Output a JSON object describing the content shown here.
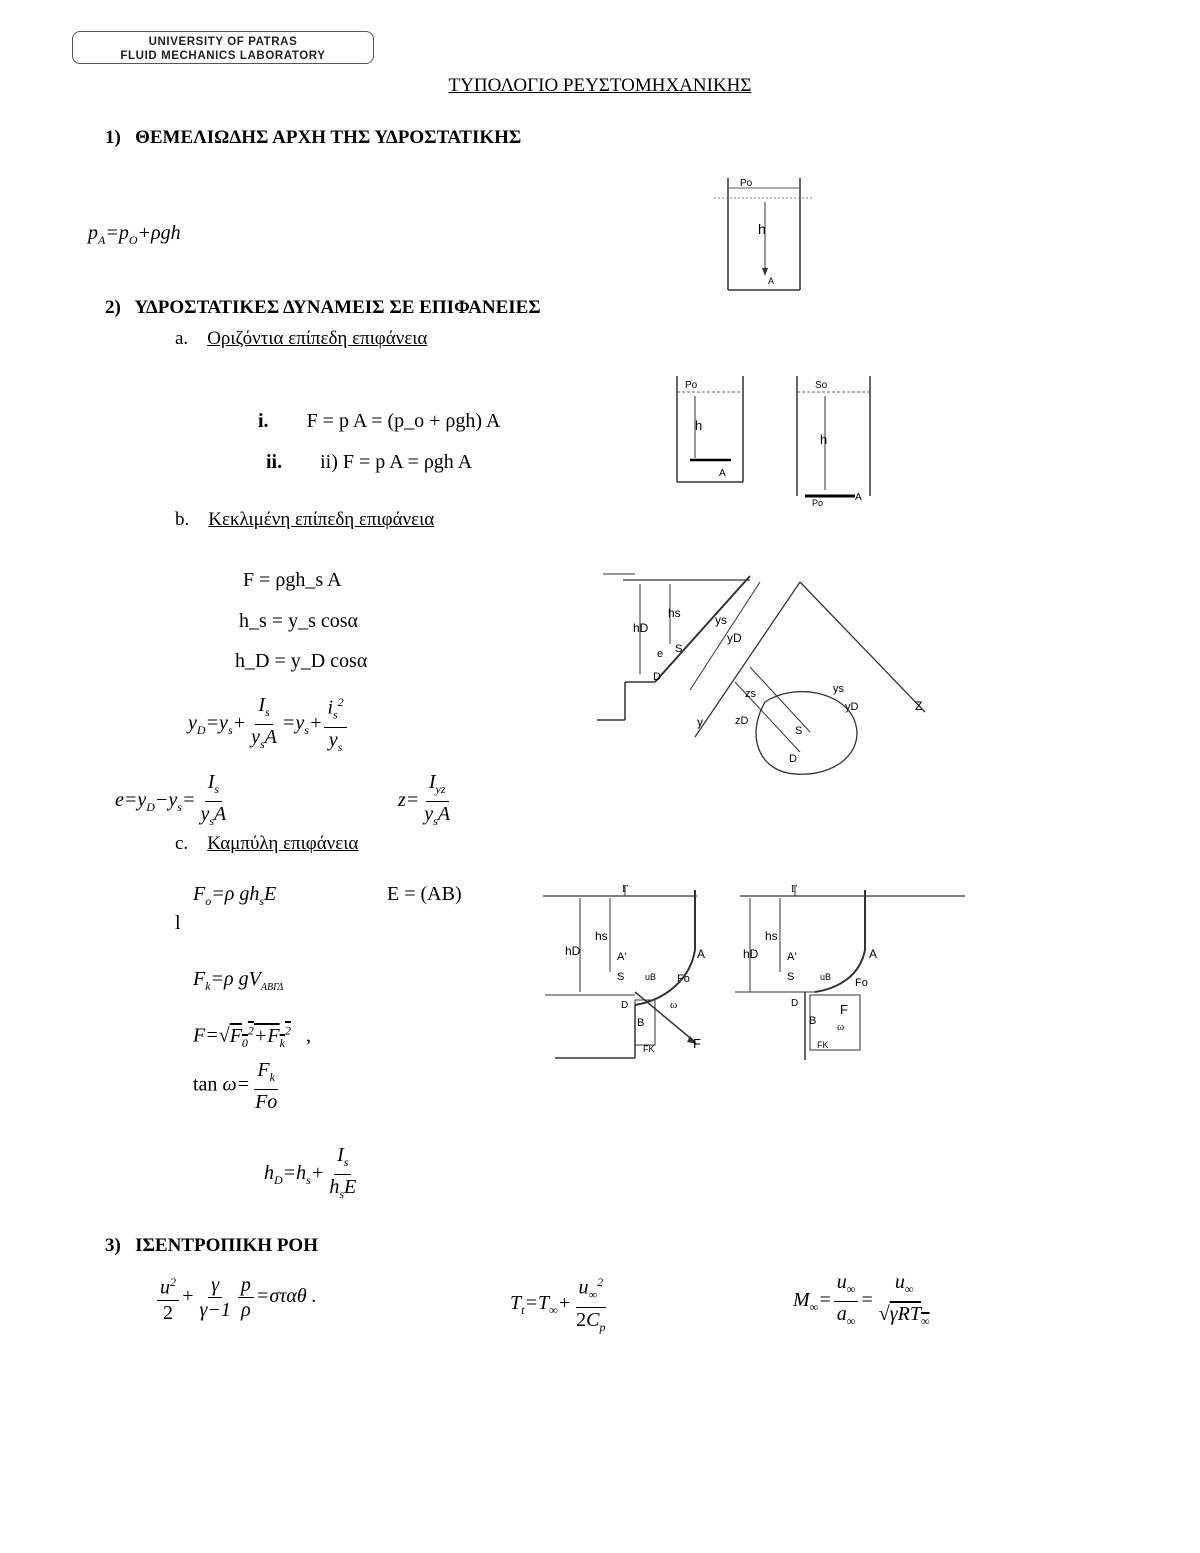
{
  "header": {
    "line1": "UNIVERSITY OF PATRAS",
    "line2": "FLUID MECHANICS LABORATORY"
  },
  "title": "ΤΥΠΟΛΟΓΙΟ ΡΕΥΣΤΟΜΗΧΑΝΙΚΗΣ",
  "sections": {
    "s1": {
      "num": "1)",
      "title": "ΘΕΜΕΛΙΩΔΗΣ ΑΡΧΗ ΤΗΣ ΥΔΡΟΣΤΑΤΙΚΗΣ"
    },
    "s2": {
      "num": "2)",
      "title": "ΥΔΡΟΣΤΑΤΙΚΕΣ ΔΥΝΑΜΕΙΣ ΣΕ ΕΠΙΦΑΝΕΙΕΣ",
      "a": {
        "label": "a.",
        "text": "Οριζόντια επίπεδη επιφάνεια",
        "i": "i.",
        "ii": "ii."
      },
      "b": {
        "label": "b.",
        "text": "Κεκλιμένη επίπεδη επιφάνεια"
      },
      "c": {
        "label": "c.",
        "text": "Καμπύλη επιφάνεια",
        "stray": "l"
      }
    },
    "s3": {
      "num": "3)",
      "title": "ΙΣΕΝΤΡΟΠΙΚΗ ΡΟΗ"
    }
  },
  "equations": {
    "eq_pa": "p_A = p_o + ρgh",
    "eq_a_i": "F = p A = (p_o + ρgh) A",
    "eq_a_ii": "ii) F = p A = ρgh A",
    "eq_b1": "F = ρgh_s A",
    "eq_b2": "h_s = y_s cosα",
    "eq_b3": "h_D = y_D cosα",
    "eq_E": "E = (AB)",
    "eq_stath": "σταθ ."
  },
  "diagram_labels": {
    "tank_top": "Po",
    "tank_h": "h",
    "tank_A": "A",
    "a_left_p": "Po",
    "a_left_h": "h",
    "a_left_A": "A",
    "a_right_p": "So",
    "a_right_h": "h",
    "a_right_po": "Po",
    "a_right_A": "A",
    "incl_hs": "hs",
    "incl_hD": "hD",
    "incl_ys": "ys",
    "incl_yD": "yD",
    "incl_S": "S",
    "incl_D": "D",
    "incl_e": "e",
    "incl_z": "z",
    "incl_zs": "zs",
    "incl_zD": "zD",
    "incl_y": "y",
    "incl_Z": "Z",
    "curve_G": "Γ",
    "curve_A": "A",
    "curve_Ap": "A'",
    "curve_S": "S",
    "curve_D": "D",
    "curve_B": "B",
    "curve_hs": "hs",
    "curve_hD": "hD",
    "curve_F": "F",
    "curve_Fo": "Fo",
    "curve_Fk": "FK",
    "curve_w": "ω",
    "curve_ub": "uB"
  }
}
